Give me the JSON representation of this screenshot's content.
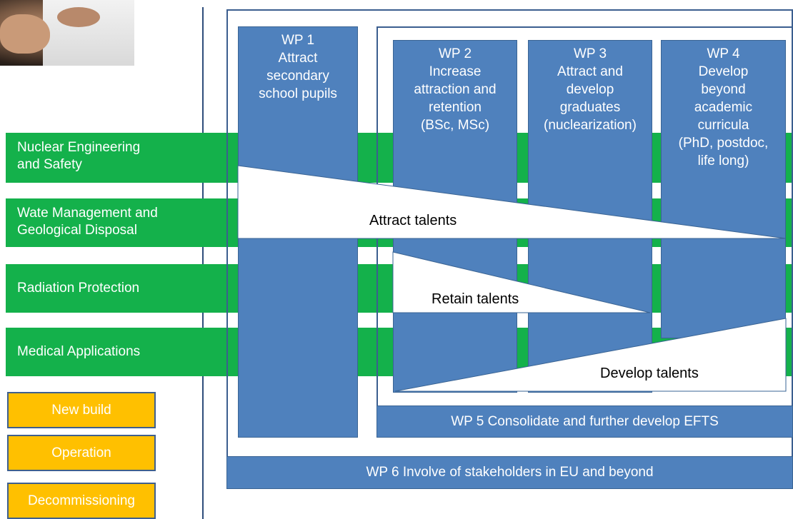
{
  "side_labels": {
    "green": [
      {
        "label": "Nuclear Engineering\nand Safety"
      },
      {
        "label": "Wate Management and\nGeological Disposal"
      },
      {
        "label": "Radiation Protection"
      },
      {
        "label": "Medical Applications"
      }
    ],
    "orange": [
      {
        "label": "New build"
      },
      {
        "label": "Operation"
      },
      {
        "label": "Decommissioning"
      }
    ]
  },
  "work_packages": {
    "wp1": "WP 1\nAttract\nsecondary\nschool pupils",
    "wp2": "WP 2\nIncrease\nattraction and\nretention\n(BSc, MSc)",
    "wp3": "WP 3\nAttract and\ndevelop\ngraduates\n(nuclearization)",
    "wp4": "WP 4\nDevelop\nbeyond\nacademic\ncurricula\n(PhD, postdoc,\nlife long)",
    "wp5": "WP 5 Consolidate and further develop EFTS",
    "wp6": "WP 6 Involve of stakeholders in EU and beyond"
  },
  "flows": {
    "attract": "Attract talents",
    "retain": "Retain talents",
    "develop": "Develop talents"
  },
  "colors": {
    "green": "#14b14b",
    "orange": "#ffc000",
    "blue": "#4f81bd",
    "outline": "#3b5e8f"
  }
}
